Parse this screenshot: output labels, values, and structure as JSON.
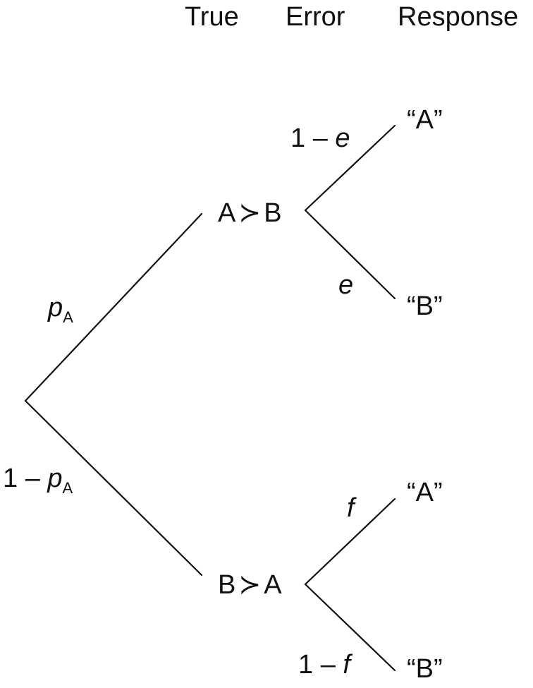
{
  "headers": {
    "true": "True",
    "error": "Error",
    "response": "Response"
  },
  "states": {
    "a_over_b": {
      "left": "A",
      "relation": "≻",
      "right": "B"
    },
    "b_over_a": {
      "left": "B",
      "relation": "≻",
      "right": "A"
    }
  },
  "branches": {
    "upper_prob": {
      "symbol": "p",
      "subscript": "A"
    },
    "lower_prob": {
      "prefix": "1 – ",
      "symbol": "p",
      "subscript": "A"
    },
    "a_to_A": {
      "prefix": "1 – ",
      "symbol": "e"
    },
    "a_to_B": {
      "symbol": "e"
    },
    "b_to_A": {
      "symbol": "f"
    },
    "b_to_B": {
      "prefix": "1 – ",
      "symbol": "f"
    }
  },
  "responses": {
    "upper_A": "“A”",
    "upper_B": "“B”",
    "lower_A": "“A”",
    "lower_B": "“B”"
  }
}
